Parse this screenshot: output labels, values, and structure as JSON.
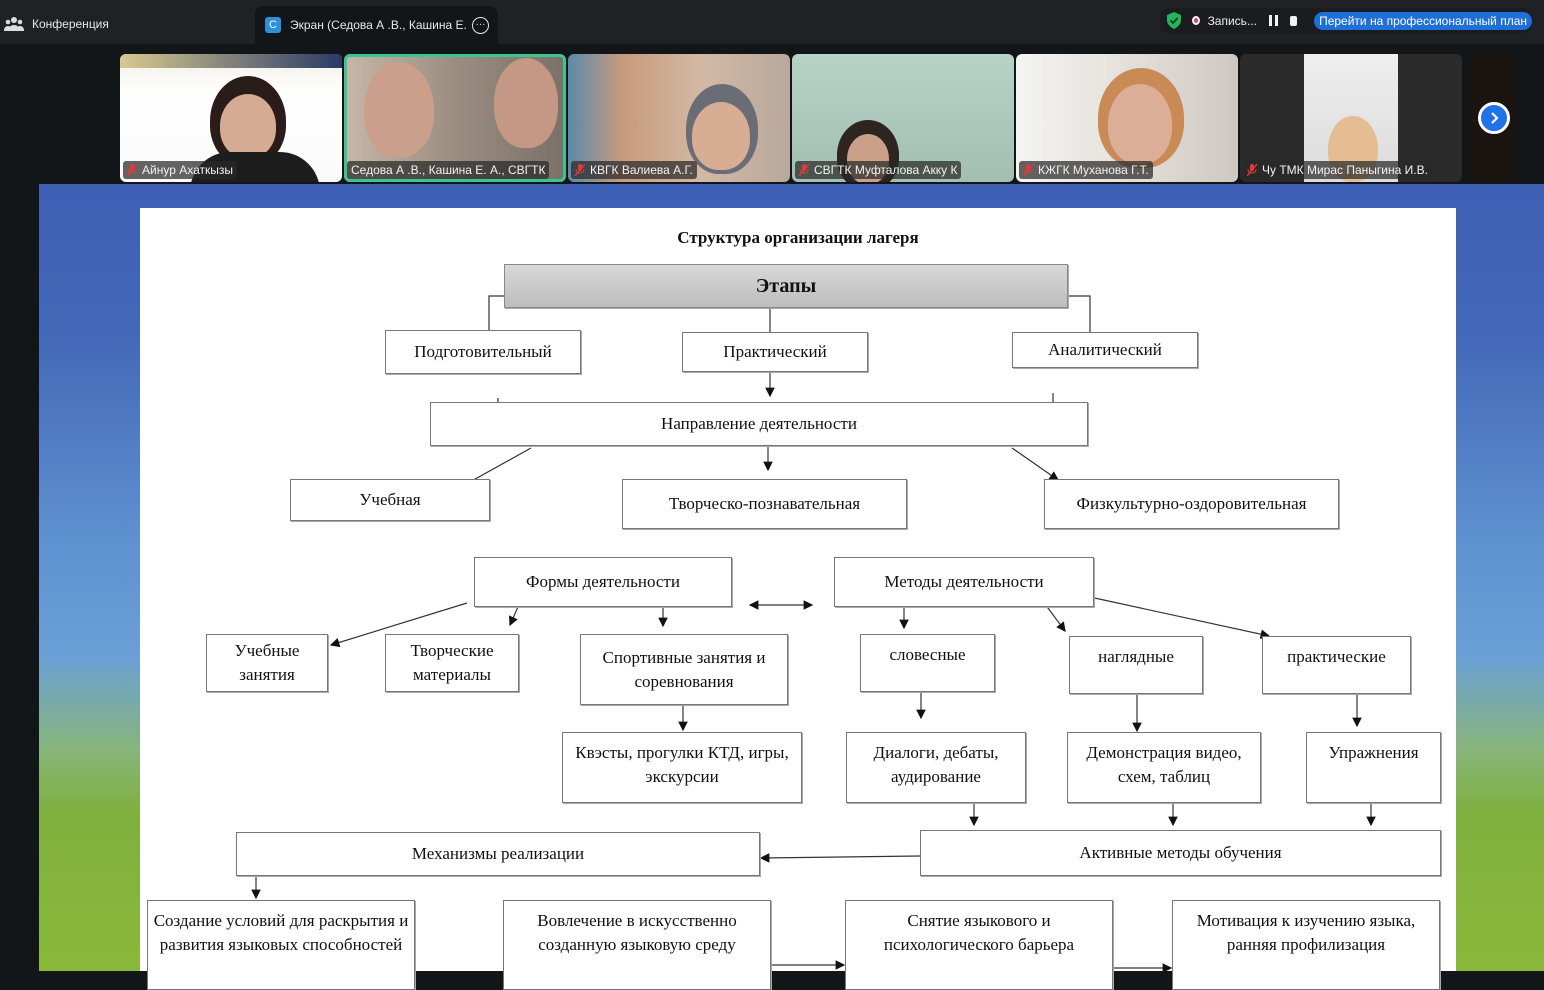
{
  "topbar": {
    "conference_tab": {
      "label": "Конференция",
      "icon": "participants-icon"
    },
    "screen_tab": {
      "label": "Экран (Седова А .В., Кашина Е. А., СВГТК)",
      "avatar_letter": "С",
      "more_icon": "ellipsis-icon"
    },
    "recording": {
      "shield_icon": "security-shield-icon",
      "status_label": "Запись...",
      "pause_icon": "pause-icon",
      "stop_icon": "stop-icon",
      "upgrade_label": "Перейти на профессиональный план"
    }
  },
  "participants": [
    {
      "name": "Айнур Ахаткызы",
      "muted": true,
      "active": false
    },
    {
      "name": "Седова А .В., Кашина Е. А., СВГТК",
      "muted": false,
      "active": true
    },
    {
      "name": "КВГК Валиева А.Г.",
      "muted": true,
      "active": false
    },
    {
      "name": "СВГТК Муфталова Акку К",
      "muted": true,
      "active": false
    },
    {
      "name": "КЖГК Муханова Г.Т.",
      "muted": true,
      "active": false
    },
    {
      "name": "Чу ТМК Мирас Паныгина  И.В.",
      "muted": true,
      "active": false
    }
  ],
  "next_page_icon": "chevron-right-icon",
  "diagram": {
    "title": "Структура организации лагеря",
    "root": "Этапы",
    "stages": [
      "Подготовительный",
      "Практический",
      "Аналитический"
    ],
    "direction": "Направление деятельности",
    "directions": [
      "Учебная",
      "Творческо-познавательная",
      "Физкультурно-оздоровительная"
    ],
    "forms": {
      "label": "Формы деятельности",
      "items": [
        "Учебные занятия",
        "Творческие материалы",
        "Спортивные занятия и соревнования"
      ],
      "sub": "Квэсты, прогулки КТД, игры, экскурсии"
    },
    "methods": {
      "label": "Методы деятельности",
      "items": [
        "словесные",
        "наглядные",
        "практические"
      ],
      "subs": [
        "Диалоги, дебаты, аудирование",
        "Демонстрация видео, схем, таблиц",
        "Упражнения"
      ]
    },
    "mechanisms": "Механизмы реализации",
    "active_methods": "Активные методы обучения",
    "outcomes": [
      "Создание условий для раскрытия и развития языковых способностей",
      "Вовлечение в искусственно созданную языковую среду",
      "Снятие языкового и психологического барьера",
      "Мотивация к изучению языка, ранняя профилизация"
    ]
  }
}
